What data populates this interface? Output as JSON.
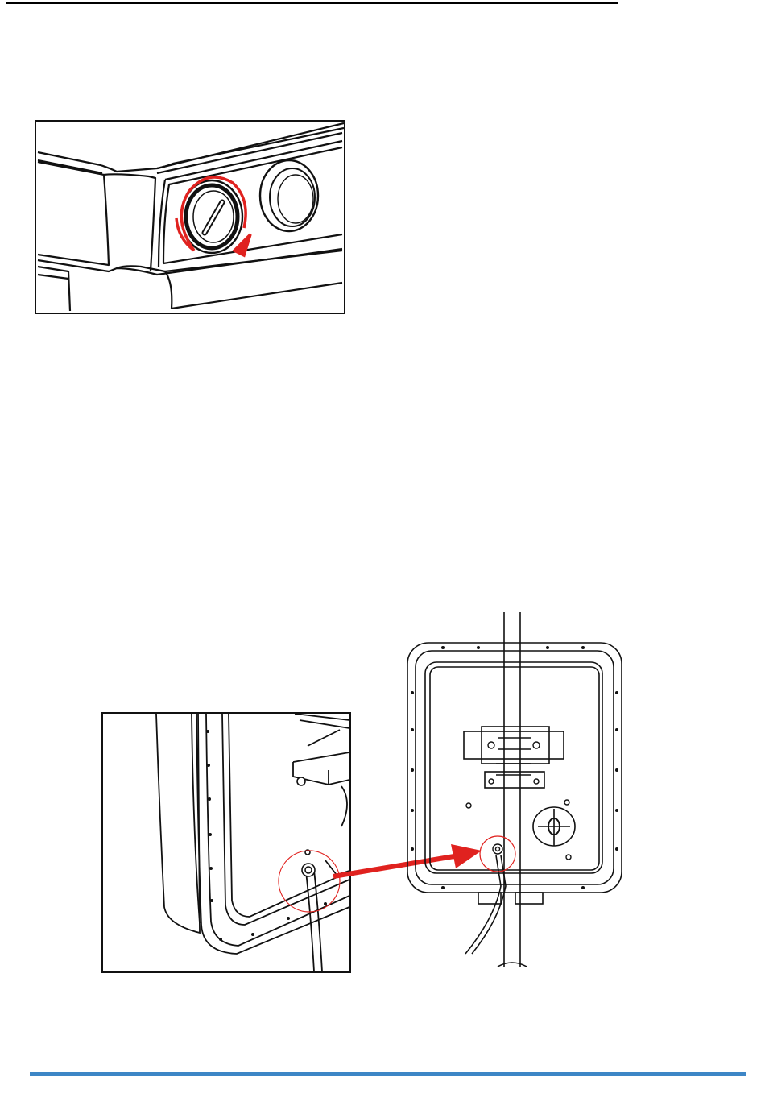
{
  "page": {
    "accent_color": "#3d86c6",
    "highlight_color": "#e0221f",
    "figures": [
      {
        "id": "cap-rotation",
        "icon": "rotate-cap-illustration"
      },
      {
        "id": "ground-closeup",
        "icon": "ground-terminal-closeup"
      },
      {
        "id": "pole-mount",
        "icon": "pole-mounted-inverter"
      }
    ]
  }
}
